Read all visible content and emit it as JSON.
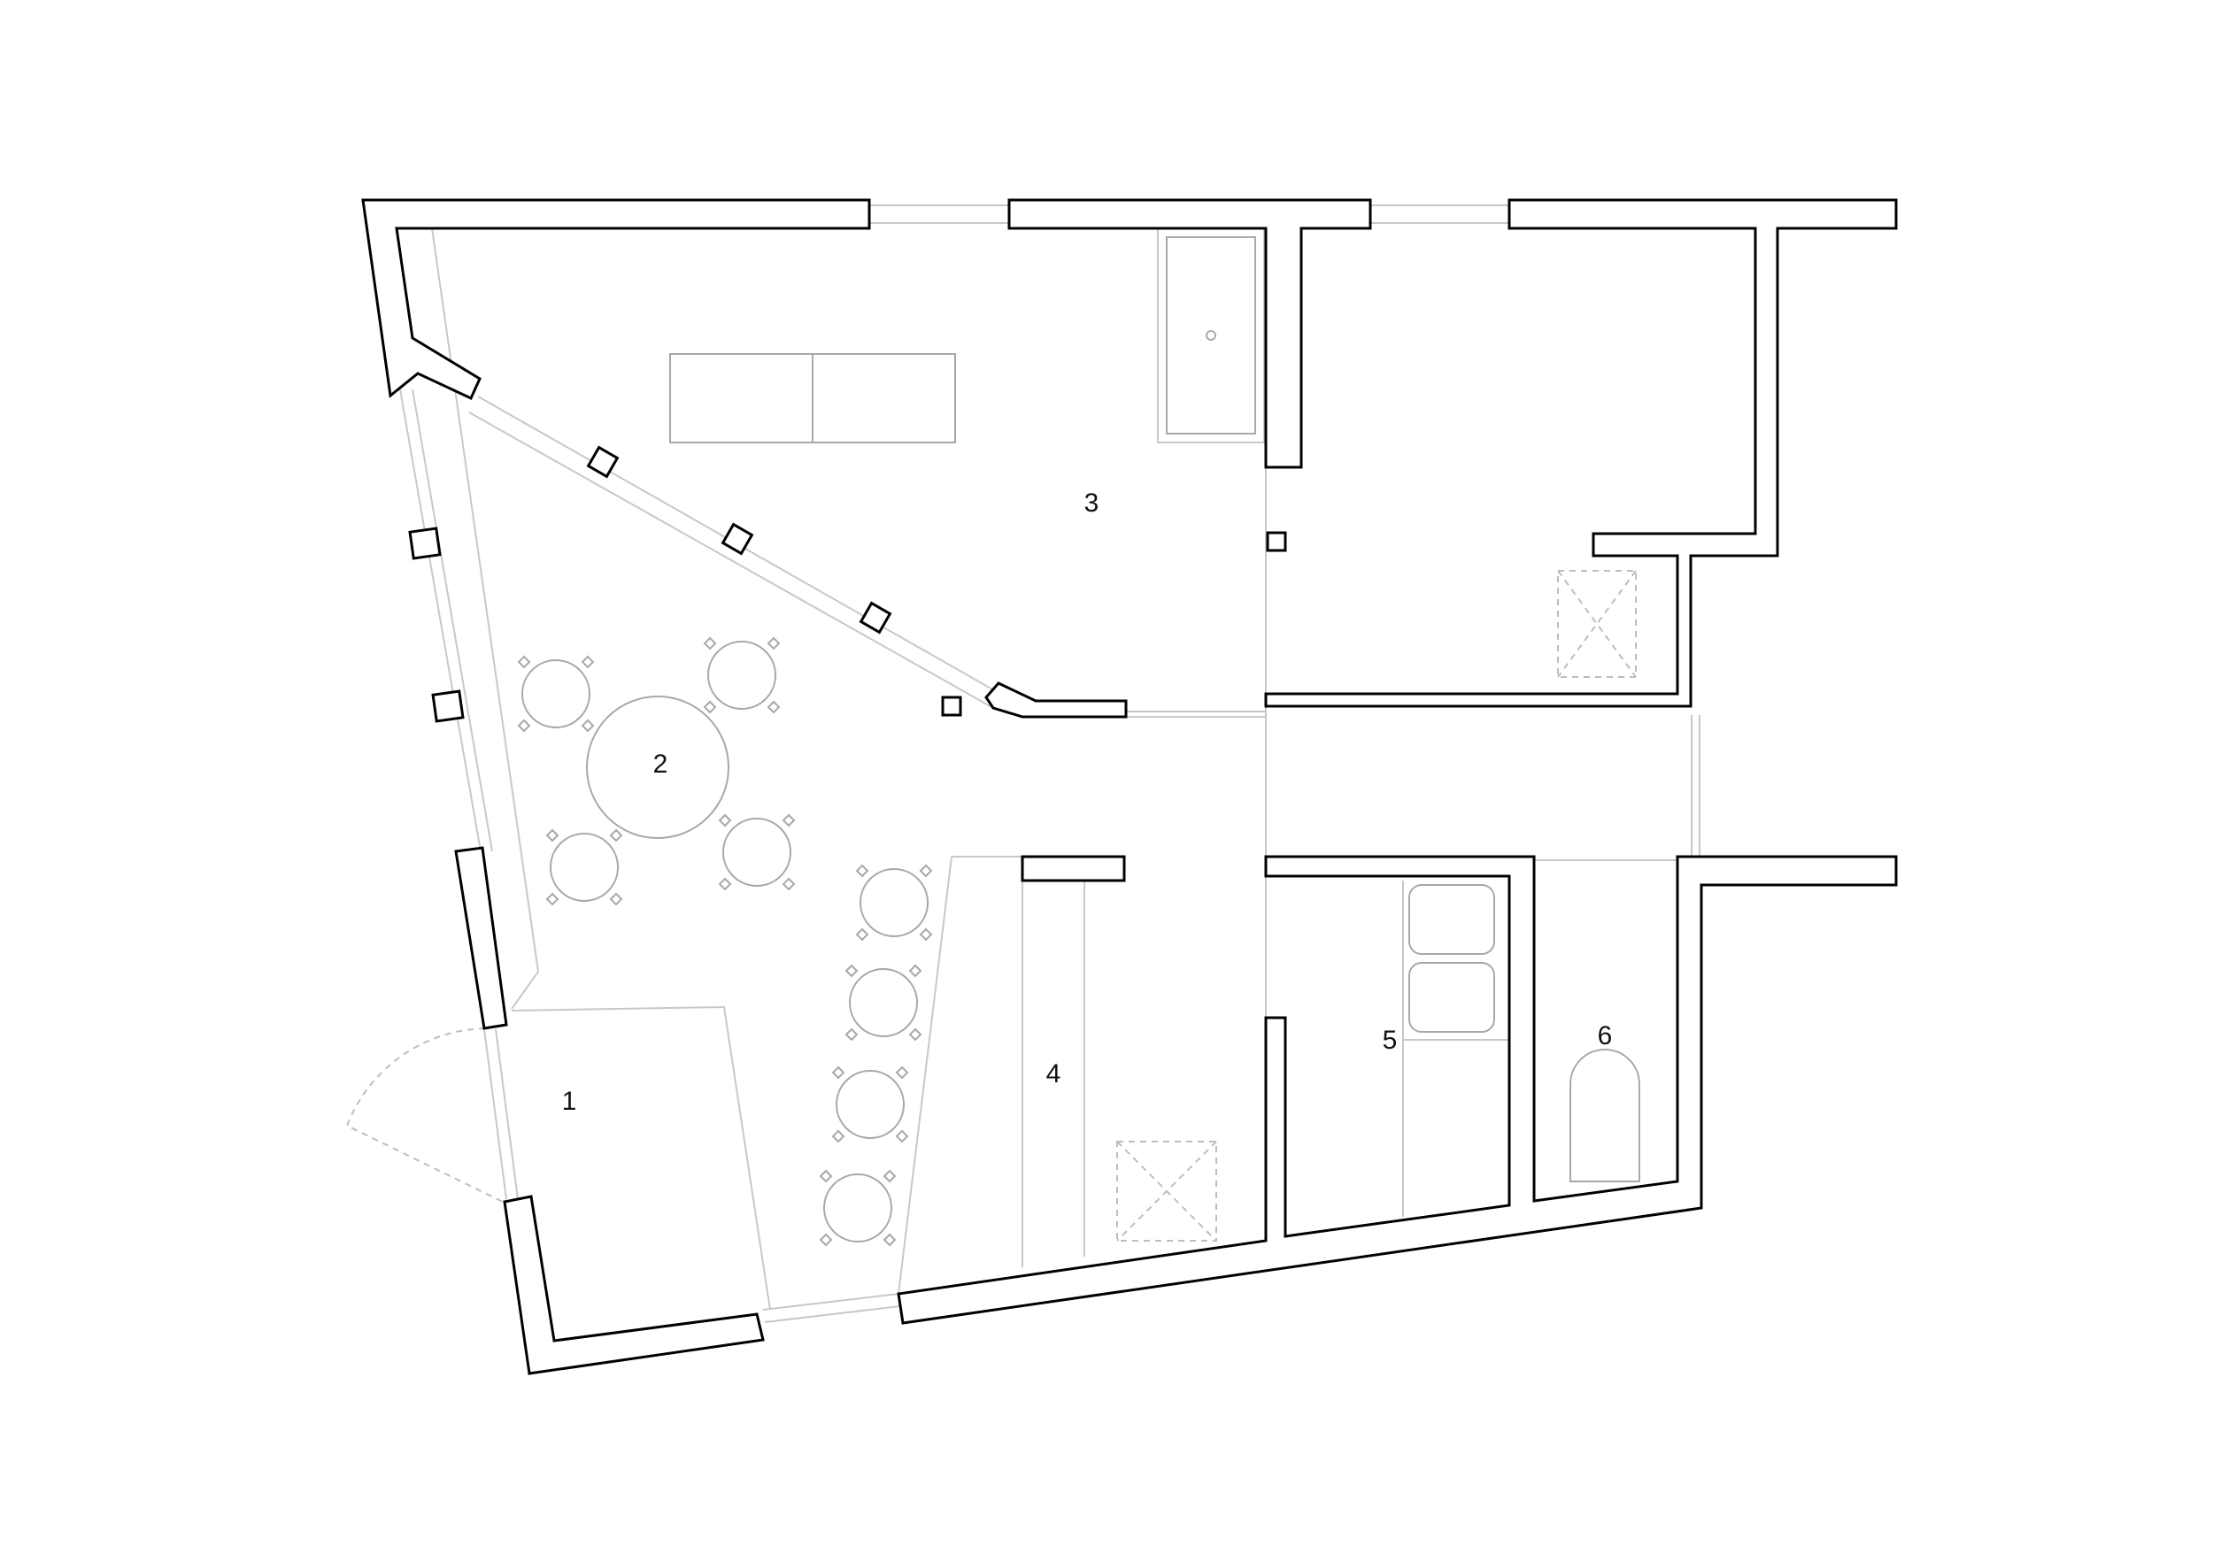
{
  "plan": {
    "rooms": [
      {
        "id": "room-1",
        "label": "1"
      },
      {
        "id": "room-2",
        "label": "2"
      },
      {
        "id": "room-3",
        "label": "3"
      },
      {
        "id": "room-4",
        "label": "4"
      },
      {
        "id": "room-5",
        "label": "5"
      },
      {
        "id": "room-6",
        "label": "6"
      }
    ]
  }
}
